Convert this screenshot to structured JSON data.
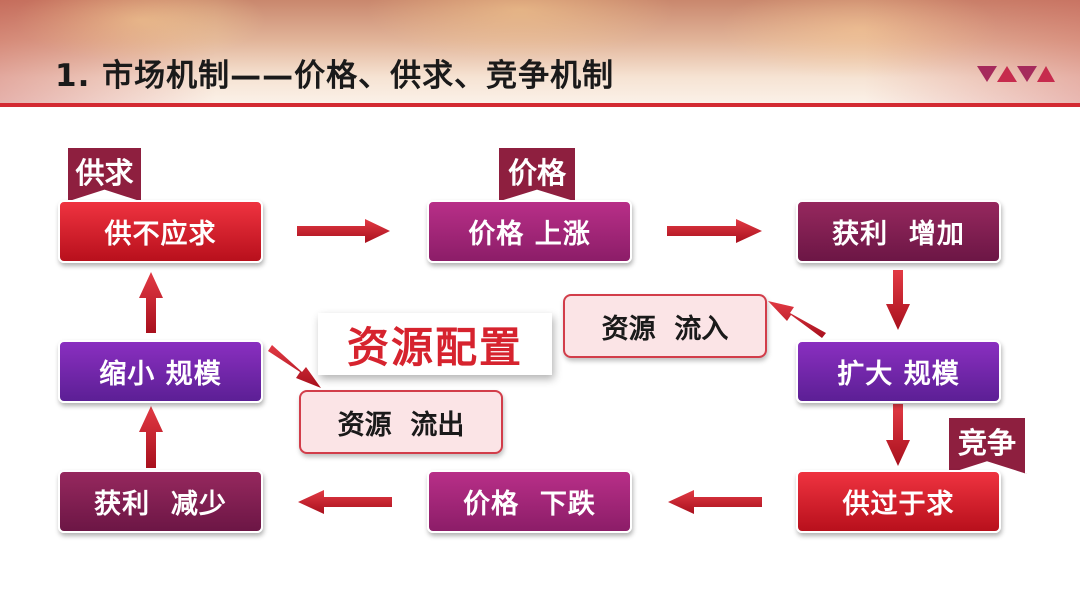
{
  "header": {
    "title": "1. 市场机制——价格、供求、竞争机制"
  },
  "tags": {
    "supply_demand": "供求",
    "price": "价格",
    "competition": "竞争"
  },
  "center_title": "资源配置",
  "boxes": {
    "supply_short": "供不应求",
    "price_up": "价格 上涨",
    "profit_up": "获利  增加",
    "expand_scale": "扩大 规模",
    "supply_excess": "供过于求",
    "price_down": "价格  下跌",
    "profit_down": "获利  减少",
    "shrink_scale": "缩小 规模"
  },
  "resource_notes": {
    "inflow": "资源  流入",
    "outflow": "资源  流出"
  },
  "colors": {
    "accent_red": "#d32a32",
    "box_red": "#d11c2a",
    "box_magenta": "#a3287a",
    "box_maroon": "#82204f",
    "box_purple": "#7527ab",
    "tag_bg": "#8e1f3f",
    "note_bg": "#fbe4e6",
    "arrow": "#c4202e"
  },
  "icons": {
    "corner_decoration": "triangles-decoration-icon"
  }
}
